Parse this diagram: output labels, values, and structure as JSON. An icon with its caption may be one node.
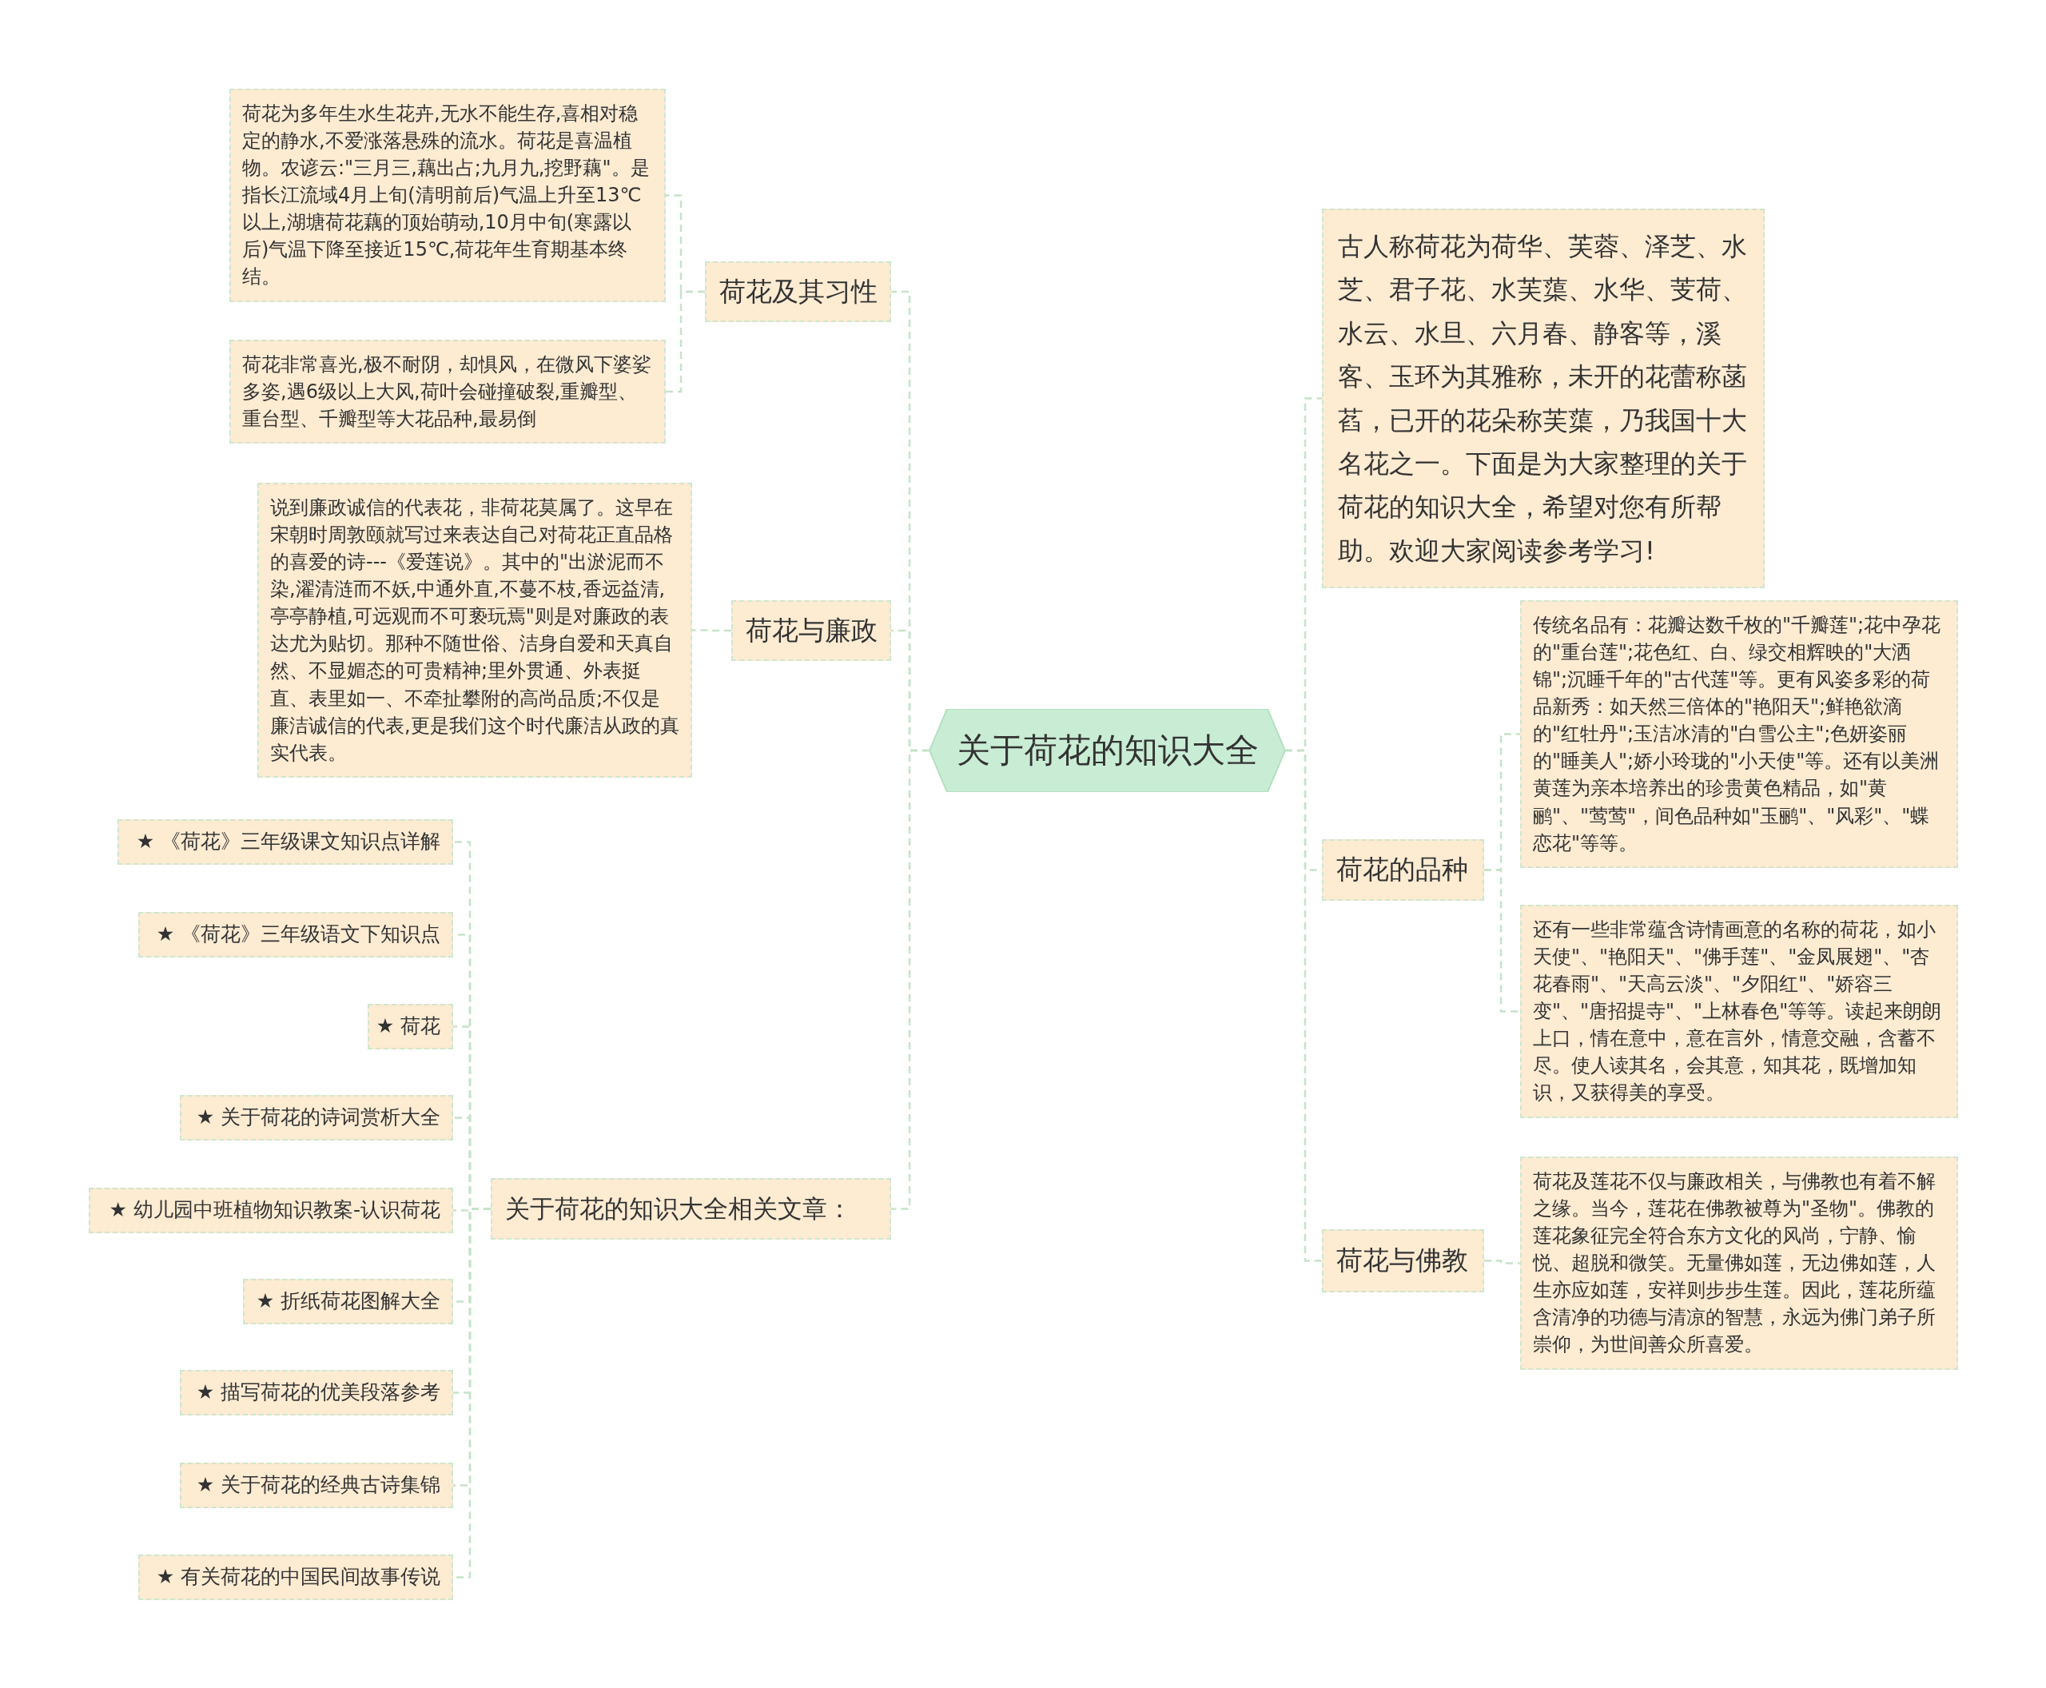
{
  "diagram": {
    "nodes": [
      {
        "text": [
          "关于荷花的知识大全"
        ]
      },
      {
        "text": [
          "荷花及其习性"
        ]
      },
      {
        "text": [
          "荷花为多年生水生花卉,无水不能生存,喜相对稳定的静水,不爱涨落悬殊的流水。荷花是喜温植物。农谚云:\"三月三,藕出占;九月九,挖野藕\"。是指长江流域4月上旬(清明前后)气温上升至13℃以上,湖塘荷花藕的顶始萌动,10月中旬(寒露以后)气温下降至接近15℃,荷花年生育期基本终结。"
        ]
      },
      {
        "text": [
          "荷花非常喜光,极不耐阴，却惧风，在微风下婆娑多姿,遇6级以上大风,荷叶会碰撞破裂,重瓣型、重台型、千瓣型等大花品种,最易倒"
        ]
      },
      {
        "text": [
          "荷花与廉政"
        ]
      },
      {
        "text": [
          "说到廉政诚信的代表花，非荷花莫属了。这早在宋朝时周敦颐就写过来表达自己对荷花正直品格的喜爱的诗---《爱莲说》。其中的\"出淤泥而不染,濯清涟而不妖,中通外直,不蔓不枝,香远益清,亭亭静植,可远观而不可亵玩焉\"则是对廉政的表达尤为贴切。那种不随世俗、洁身自爱和天真自然、不显媚态的可贵精神;里外贯通、外表挺直、表里如一、不牵扯攀附的高尚品质;不仅是廉洁诚信的代表,更是我们这个时代廉洁从政的真实代表。"
        ]
      },
      {
        "text": [
          "关于荷花的知识大全相关文章："
        ]
      },
      {
        "text": [
          "★ 《荷花》三年级课文知识点详解"
        ]
      },
      {
        "text": [
          "★ 《荷花》三年级语文下知识点"
        ]
      },
      {
        "text": [
          "★ 荷花"
        ]
      },
      {
        "text": [
          "★ 关于荷花的诗词赏析大全"
        ]
      },
      {
        "text": [
          "★ 幼儿园中班植物知识教案-认识荷花"
        ]
      },
      {
        "text": [
          "★ 折纸荷花图解大全"
        ]
      },
      {
        "text": [
          "★ 描写荷花的优美段落参考"
        ]
      },
      {
        "text": [
          "★ 关于荷花的经典古诗集锦"
        ]
      },
      {
        "text": [
          "★ 有关荷花的中国民间故事传说"
        ]
      },
      {
        "text": [
          "古人称荷花为荷华、芙蓉、泽芝、水芝、君子花、水芙蕖、水华、芰荷、水云、水旦、六月春、静客等，溪客、玉环为其雅称，未开的花蕾称菡萏，已开的花朵称芙蕖，乃我国十大名花之一。下面是为大家整理的关于荷花的知识大全，希望对您有所帮助。欢迎大家阅读参考学习!"
        ]
      },
      {
        "text": [
          "荷花的品种"
        ]
      },
      {
        "text": [
          "传统名品有：花瓣达数千枚的\"千瓣莲\";花中孕花的\"重台莲\";花色红、白、绿交相辉映的\"大洒锦\";沉睡千年的\"古代莲\"等。更有风姿多彩的荷品新秀：如天然三倍体的\"艳阳天\";鲜艳欲滴的\"红牡丹\";玉洁冰清的\"白雪公主\";色妍姿丽的\"睡美人\";娇小玲珑的\"小天使\"等。还有以美洲黄莲为亲本培养出的珍贵黄色精品，如\"黄鹂\"、\"莺莺\"，间色品种如\"玉鹂\"、\"风彩\"、\"蝶恋花\"等等。"
        ]
      },
      {
        "text": [
          "还有一些非常蕴含诗情画意的名称的荷花，如小天使\"、\"艳阳天\"、\"佛手莲\"、\"金凤展翅\"、\"杏花春雨\"、\"天高云淡\"、\"夕阳红\"、\"娇容三变\"、\"唐招提寺\"、\"上林春色\"等等。读起来朗朗上口，情在意中，意在言外，情意交融，含蓄不尽。使人读其名，会其意，知其花，既增加知识，又获得美的享受。"
        ]
      },
      {
        "text": [
          "荷花与佛教"
        ]
      },
      {
        "text": [
          "荷花及莲花不仅与廉政相关，与佛教也有着不解之缘。当今，莲花在佛教被尊为\"圣物\"。佛教的莲花象征完全符合东方文化的风尚，宁静、愉悦、超脱和微笑。无量佛如莲，无边佛如莲，人生亦应如莲，安祥则步步生莲。因此，莲花所蕴含清净的功德与清凉的智慧，永远为佛门弟子所崇仰，为世间善众所喜爱。"
        ]
      }
    ],
    "edges": [
      {
        "from": 0,
        "to": 1,
        "arrow": "none"
      },
      {
        "from": 1,
        "to": 2,
        "arrow": "none"
      },
      {
        "from": 1,
        "to": 3,
        "arrow": "none"
      },
      {
        "from": 0,
        "to": 4,
        "arrow": "none"
      },
      {
        "from": 4,
        "to": 5,
        "arrow": "none"
      },
      {
        "from": 0,
        "to": 6,
        "arrow": "none"
      },
      {
        "from": 6,
        "to": 7,
        "arrow": "none"
      },
      {
        "from": 6,
        "to": 8,
        "arrow": "none"
      },
      {
        "from": 6,
        "to": 9,
        "arrow": "none"
      },
      {
        "from": 6,
        "to": 10,
        "arrow": "none"
      },
      {
        "from": 6,
        "to": 11,
        "arrow": "none"
      },
      {
        "from": 6,
        "to": 12,
        "arrow": "none"
      },
      {
        "from": 6,
        "to": 13,
        "arrow": "none"
      },
      {
        "from": 6,
        "to": 14,
        "arrow": "none"
      },
      {
        "from": 6,
        "to": 15,
        "arrow": "none"
      },
      {
        "from": 0,
        "to": 16,
        "arrow": "none"
      },
      {
        "from": 0,
        "to": 17,
        "arrow": "none"
      },
      {
        "from": 17,
        "to": 18,
        "arrow": "none"
      },
      {
        "from": 17,
        "to": 19,
        "arrow": "none"
      },
      {
        "from": 0,
        "to": 20,
        "arrow": "none"
      },
      {
        "from": 20,
        "to": 21,
        "arrow": "none"
      }
    ]
  }
}
